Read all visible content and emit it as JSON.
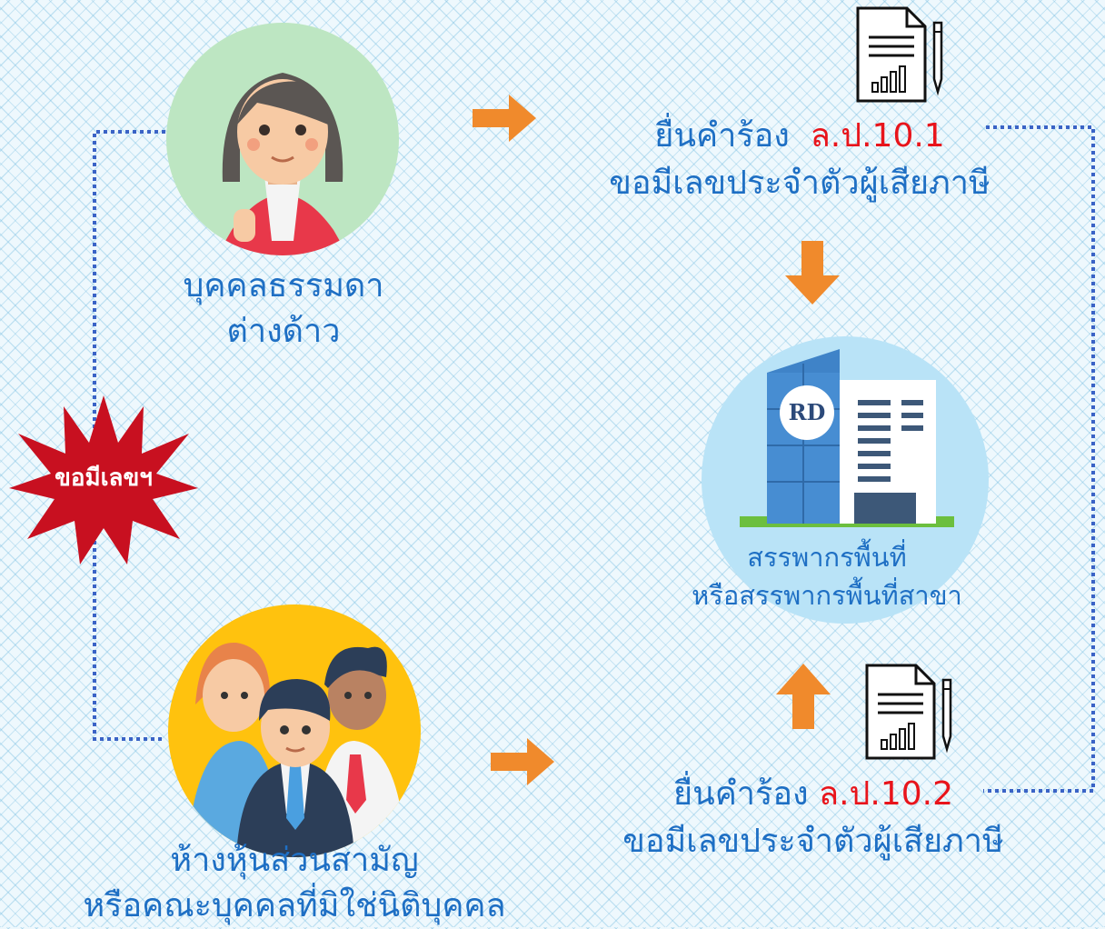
{
  "person": {
    "label_line1": "บุคคลธรรมดา",
    "label_line2": "ต่างด้าว"
  },
  "group": {
    "label_line1": "ห้างหุ้นส่วนสามัญ",
    "label_line2": "หรือคณะบุคคลที่มิใช่นิติบุคคล"
  },
  "request_top": {
    "prefix": "ยื่นคำร้อง",
    "form_code": "ล.ป.10.1",
    "line2": "ขอมีเลขประจำตัวผู้เสียภาษี"
  },
  "request_bottom": {
    "prefix": "ยื่นคำร้อง",
    "form_code": "ล.ป.10.2",
    "line2": "ขอมีเลขประจำตัวผู้เสียภาษี"
  },
  "office": {
    "logo_text": "RD",
    "label_line1": "สรรพากรพื้นที่",
    "label_line2": "หรือสรรพากรพื้นที่สาขา"
  },
  "badge": {
    "text": "ขอมีเลขฯ"
  },
  "colors": {
    "text_blue": "#1e6fc4",
    "form_red": "#e8141b",
    "arrow_orange": "#f08a2c",
    "badge_red": "#c81020",
    "dotted_line": "#3a63c6"
  }
}
